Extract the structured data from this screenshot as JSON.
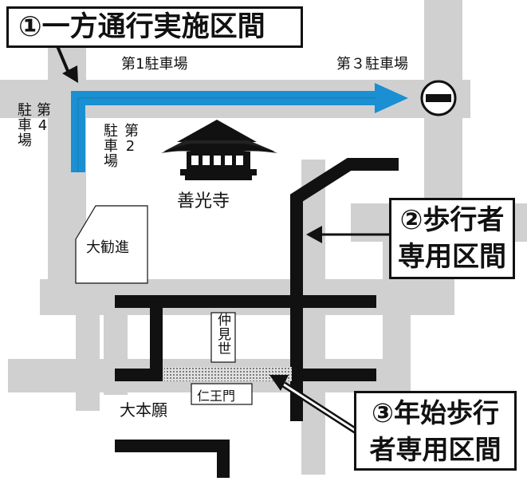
{
  "callouts": {
    "one_way": {
      "line1": "①一方通行実施区間"
    },
    "pedestrian": {
      "line1": "②歩行者",
      "line2": "専用区間"
    },
    "new_year_pedestrian": {
      "line1": "③年始歩行",
      "line2": "者専用区間"
    }
  },
  "labels": {
    "parking1": "第1駐車場",
    "parking3": "第３駐車場",
    "parking4_col1": "駐車場",
    "parking4_col2": "第4",
    "parking2_col1": "駐車場",
    "parking2_col2": "第2",
    "temple": "善光寺",
    "daikanjin": "大勧進",
    "nakamise": "仲見世",
    "niomon": "仁王門",
    "daihongan": "大本願"
  },
  "colors": {
    "road": "#d0d0d0",
    "one_way_route": "#1a8fd1",
    "pedestrian_route": "#111111",
    "background": "#ffffff"
  },
  "icons": {
    "no_entry": "no-entry-sign-icon",
    "temple": "temple-building-icon"
  }
}
